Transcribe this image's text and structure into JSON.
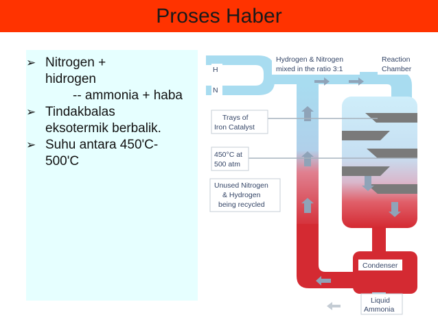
{
  "title": "Proses Haber",
  "bullets": [
    {
      "line1": "Nitrogen +",
      "line2": "hidrogen",
      "line3": "-- ammonia + haba"
    },
    {
      "line1": "Tindakbalas",
      "line2": "eksotermik berbalik."
    },
    {
      "line1": "Suhu antara 450'C-",
      "line2": "500'C"
    }
  ],
  "diagram": {
    "inlet_h": "H",
    "inlet_n": "N",
    "mixed_label": [
      "Hydrogen & Nitrogen",
      "mixed in the ratio 3:1"
    ],
    "reaction_label": [
      "Reaction",
      "Chamber"
    ],
    "trays_label": [
      "Trays of",
      "Iron Catalyst"
    ],
    "conditions_label": [
      "450°C at",
      "500 atm"
    ],
    "recycled_label": [
      "Unused Nitrogen",
      "& Hydrogen",
      "being recycled"
    ],
    "condenser_label": "Condenser",
    "ammonia_label": [
      "Liquid",
      "Ammonia"
    ]
  },
  "colors": {
    "title_bar": "#ff3300",
    "panel": "#e6ffff",
    "hot": "#d42a32",
    "cool": "#a8dcf0"
  }
}
